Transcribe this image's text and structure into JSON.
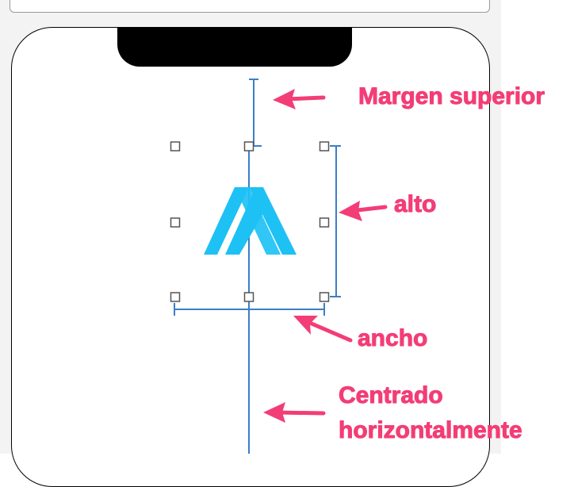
{
  "scene_dock": {
    "icons": [
      "view-controller-icon",
      "first-responder-icon",
      "exit-icon"
    ]
  },
  "canvas": {
    "device": "phone-with-notch",
    "selected_view": "logo-image-view",
    "logo_color": "#1ec1f4",
    "guide_color": "#3a7fc6"
  },
  "annotations": {
    "color": "#f33d77",
    "top_margin": "Margen superior",
    "height": "alto",
    "width": "ancho",
    "centered_line1": "Centrado",
    "centered_line2": "horizontalmente"
  }
}
